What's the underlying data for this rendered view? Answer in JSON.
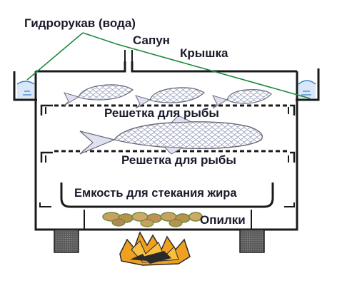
{
  "labels": {
    "water_seal": "Гидрорукав (вода)",
    "vent": "Сапун",
    "lid": "Крышка",
    "grate_upper": "Решетка для рыбы",
    "grate_lower": "Решетка для рыбы",
    "fat_tray": "Емкость для стекания жира",
    "sawdust": "Опилки"
  },
  "colors": {
    "outline": "#1a1a1a",
    "leader_line": "#1e8a3e",
    "water": "#3a7fd0",
    "fish_fill": "#eceef6",
    "fish_scale": "#8890b0",
    "sawdust": "#c8a060",
    "sawdust_dark": "#6e8a3a",
    "fire_orange": "#f0a020",
    "fire_dark": "#2a2a2a",
    "support": "#4a4a4a"
  }
}
